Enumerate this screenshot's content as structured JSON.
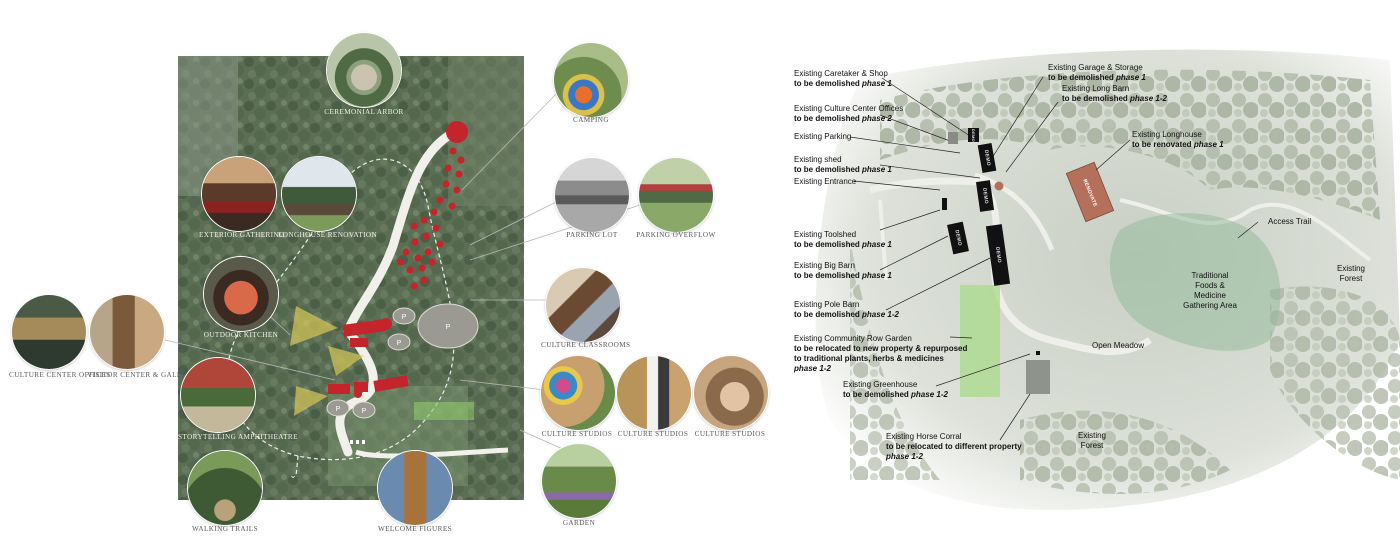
{
  "site_plan": {
    "vignettes": {
      "ceremonial_arbor": "CEREMONIAL ARBOR",
      "camping": "CAMPING",
      "exterior_gathering": "EXTERIOR GATHERING",
      "longhouse_renovation": "LONGHOUSE RENOVATION",
      "parking_lot": "PARKING LOT",
      "parking_overflow": "PARKING OVERFLOW",
      "outdoor_kitchen": "OUTDOOR KITCHEN",
      "culture_classrooms": "CULTURE CLASSROOMS",
      "culture_center_offices": "CULTURE CENTER OFFICES",
      "visitor_center_gallery": "VISITOR CENTER & GALLERY",
      "culture_studios_1": "CULTURE STUDIOS",
      "culture_studios_2": "CULTURE STUDIOS",
      "culture_studios_3": "CULTURE STUDIOS",
      "storytelling_amphitheatre": "STORYTELLING AMPHITHEATRE",
      "walking_trails": "WALKING TRAILS",
      "welcome_figures": "WELCOME FIGURES",
      "garden": "GARDEN"
    },
    "parking_marker": "P",
    "colors": {
      "building_red": "#c4242b",
      "path_white": "#f2f0ea",
      "amphi_yellow": "#d8c85a"
    }
  },
  "existing_map": {
    "labels": {
      "caretaker": {
        "title": "Existing Caretaker & Shop",
        "note": "to be demolished",
        "phase": "phase 1"
      },
      "culture_offices": {
        "title": "Existing Culture Center Offices",
        "note": "to be demolished",
        "phase": "phase 2"
      },
      "parking": {
        "title": "Existing Parking"
      },
      "shed": {
        "title": "Existing shed",
        "note": "to be demolished",
        "phase": "phase 1"
      },
      "entrance": {
        "title": "Existing Entrance"
      },
      "toolshed": {
        "title": "Existing Toolshed",
        "note": "to be demolished",
        "phase": "phase 1"
      },
      "big_barn": {
        "title": "Existing Big Barn",
        "note": "to be demolished",
        "phase": "phase 1"
      },
      "pole_barn": {
        "title": "Existing Pole Barn",
        "note": "to be demolished",
        "phase": "phase 1-2"
      },
      "row_garden": {
        "title": "Existing Community Row Garden",
        "line2": "to be relocated to new property & repurposed",
        "line3": "to traditional plants, herbs & medicines",
        "phase": "phase 1-2"
      },
      "greenhouse": {
        "title": "Existing Greenhouse",
        "note": "to be demolished",
        "phase": "phase 1-2"
      },
      "horse_corral": {
        "title": "Existing Horse Corral",
        "line2": "to be relocated to different property",
        "phase": "phase 1-2"
      },
      "garage": {
        "title": "Existing Garage & Storage",
        "note": "to be demolished",
        "phase": "phase 1"
      },
      "long_barn": {
        "title": "Existing Long Barn",
        "note": "to be demolished",
        "phase": "phase 1-2"
      },
      "longhouse": {
        "title": "Existing Longhouse",
        "note": "to be renovated",
        "phase": "phase 1"
      },
      "access_trail": "Access Trail",
      "existing_forest_right": "Existing Forest",
      "existing_forest_bottom": "Existing Forest",
      "traditional_foods": "Traditional Foods & Medicine Gathering Area",
      "open_meadow": "Open Meadow"
    },
    "building_tags": {
      "demo": "DEMO",
      "renovate": "RENOVATE"
    },
    "colors": {
      "demo_building": "#111111",
      "longhouse": "#b5705c",
      "row_garden": "#a8d98a",
      "gathering_area": "#8fb898"
    }
  }
}
